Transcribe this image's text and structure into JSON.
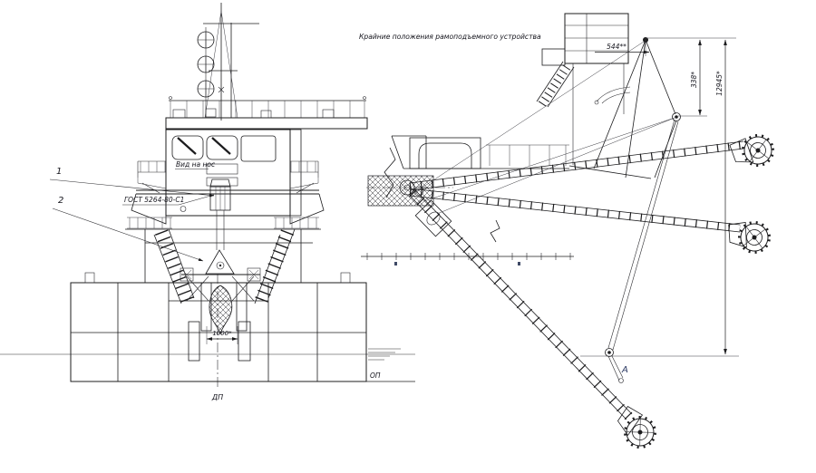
{
  "front_view": {
    "view_label": "Вид на нос",
    "weld_callout": "ГОСТ 5264-80-С1",
    "item_1": "1",
    "item_2": "2",
    "dim_1000": "1000*",
    "centerline_label": "ДП",
    "baseline_label": "ОП"
  },
  "side_view": {
    "title": "Крайние положения рамоподъемного устройства",
    "dim_544": "544**",
    "dim_338": "338*",
    "dim_height": "12945*",
    "point_label": "А"
  },
  "colors": {
    "line": "#1c1c1e",
    "accent_text": "#2c3a63",
    "background": "#ffffff"
  }
}
